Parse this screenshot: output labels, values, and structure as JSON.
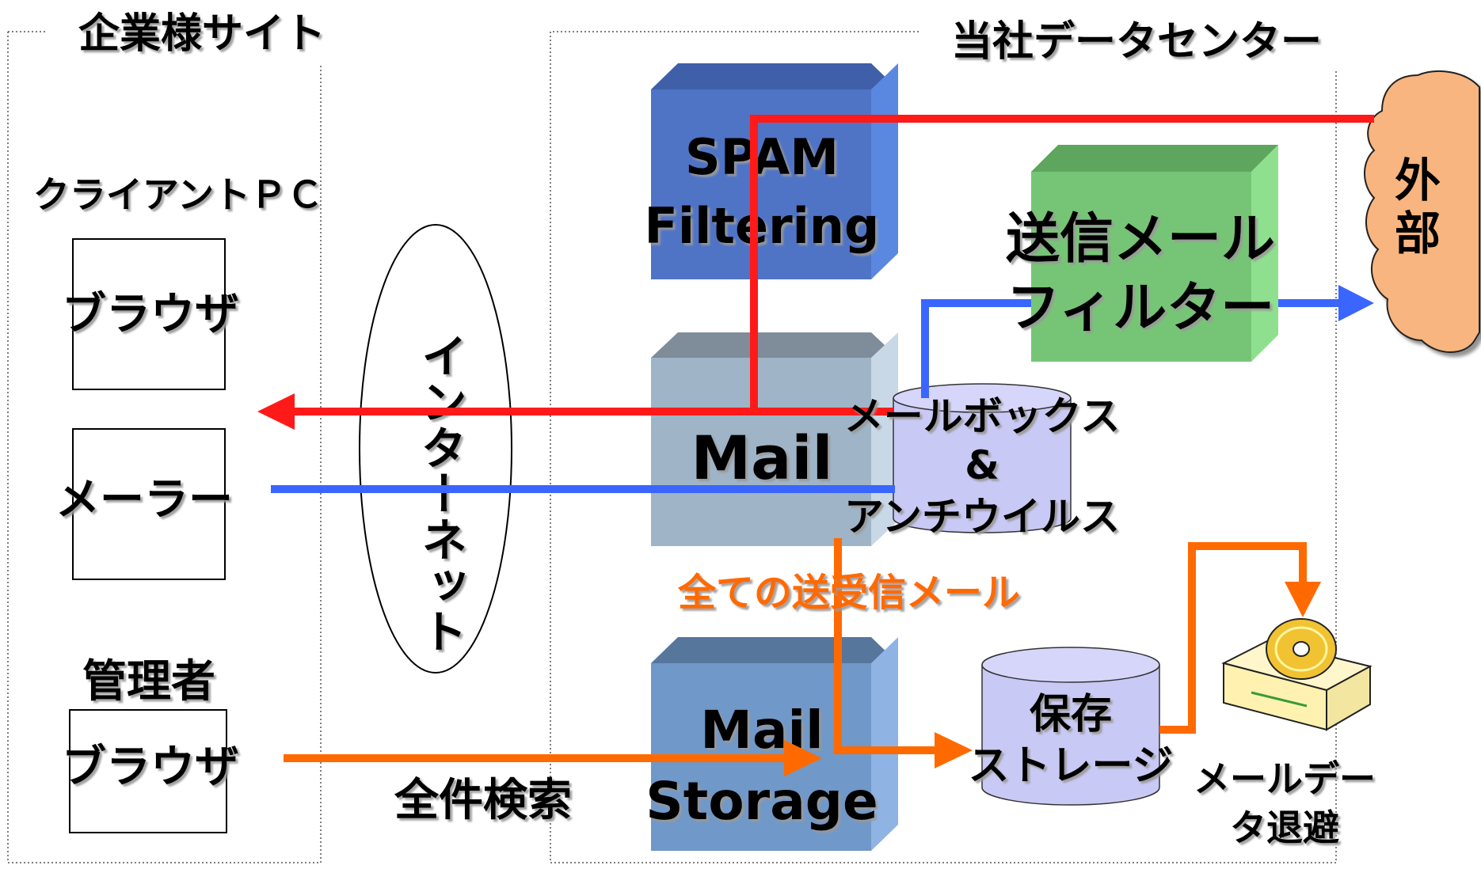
{
  "regions": {
    "client_site": "企業様サイト",
    "data_center": "当社データセンター"
  },
  "client": {
    "pc_label": "クライアントＰＣ",
    "browser": "ブラウザ",
    "mailer": "メーラー",
    "admin_label": "管理者",
    "admin_browser": "ブラウザ"
  },
  "internet": "インターネット",
  "servers": {
    "spam_line1": "SPAM",
    "spam_line2": "Filtering",
    "mail": "Mail",
    "storage_line1": "Mail",
    "storage_line2": "Storage",
    "outgoing_line1": "送信メール",
    "outgoing_line2": "フィルター"
  },
  "mailbox": {
    "line1": "メールボックス",
    "line2": "&",
    "line3": "アンチウイルス"
  },
  "external": {
    "line1": "外",
    "line2": "部"
  },
  "flows": {
    "all_mail": "全ての送受信メール",
    "full_search": "全件検索"
  },
  "storage_db": {
    "line1": "保存",
    "line2": "ストレージ"
  },
  "backup": {
    "line1": "メールデー",
    "line2": "タ退避"
  },
  "colors": {
    "red_line": "#ff1a1a",
    "blue_line": "#3a66ff",
    "orange_line": "#ff6a00",
    "spam_box": "#4f74c6",
    "mail_box": "#9fb4c6",
    "storage_box": "#7098c8",
    "outgoing_box": "#76c576",
    "mailbox_db": "#c9c9f5",
    "cloud": "#f8b57f"
  }
}
